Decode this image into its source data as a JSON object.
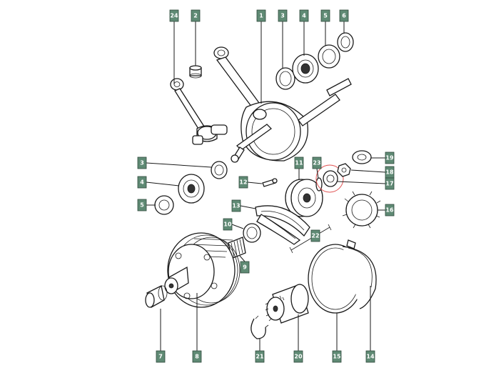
{
  "callouts": [
    {
      "id": "24",
      "label": "24"
    },
    {
      "id": "2",
      "label": "2"
    },
    {
      "id": "1",
      "label": "1"
    },
    {
      "id": "3a",
      "label": "3"
    },
    {
      "id": "4a",
      "label": "4"
    },
    {
      "id": "5a",
      "label": "5"
    },
    {
      "id": "6",
      "label": "6"
    },
    {
      "id": "3b",
      "label": "3"
    },
    {
      "id": "4b",
      "label": "4"
    },
    {
      "id": "5b",
      "label": "5"
    },
    {
      "id": "12",
      "label": "12"
    },
    {
      "id": "11",
      "label": "11"
    },
    {
      "id": "23",
      "label": "23"
    },
    {
      "id": "19",
      "label": "19"
    },
    {
      "id": "18",
      "label": "18"
    },
    {
      "id": "17",
      "label": "17"
    },
    {
      "id": "16",
      "label": "16"
    },
    {
      "id": "13",
      "label": "13"
    },
    {
      "id": "10",
      "label": "10"
    },
    {
      "id": "22",
      "label": "22"
    },
    {
      "id": "9",
      "label": "9"
    },
    {
      "id": "7",
      "label": "7"
    },
    {
      "id": "8",
      "label": "8"
    },
    {
      "id": "21",
      "label": "21"
    },
    {
      "id": "20",
      "label": "20"
    },
    {
      "id": "15",
      "label": "15"
    },
    {
      "id": "14",
      "label": "14"
    }
  ],
  "colors": {
    "callout_fill": "#5f8a74",
    "callout_text": "#ffffff",
    "highlight_circle": "#e05050",
    "line_art": "#1a1a1a"
  }
}
